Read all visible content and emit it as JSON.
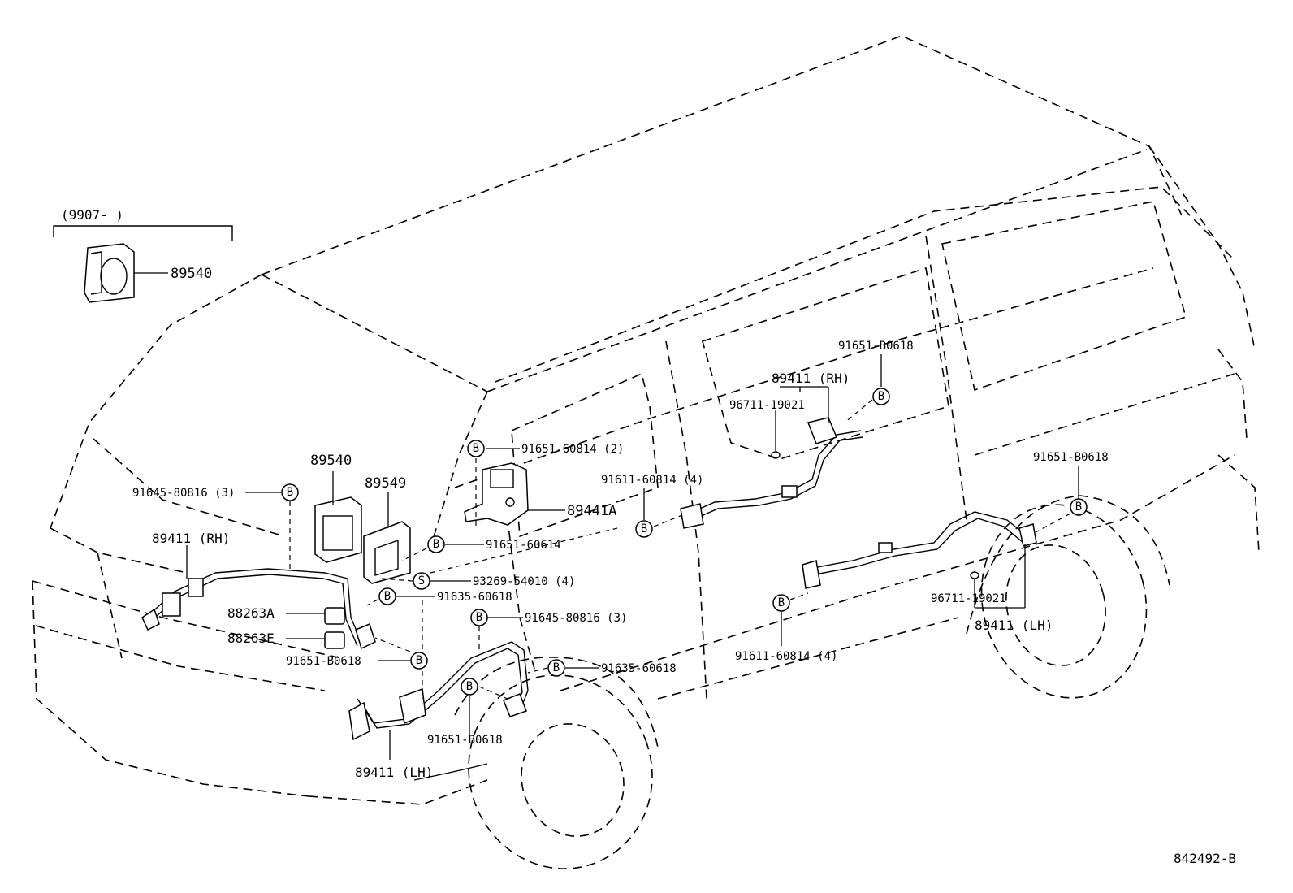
{
  "header_note": "(9907-        )",
  "diagram_code": "842492-B",
  "parts": {
    "p89540_top": "89540",
    "p89540": "89540",
    "p89549": "89549",
    "p89441a": "89441A",
    "p89411_rh_front": "89411 (RH)",
    "p89411_lh_front": "89411 (LH)",
    "p89411_rh_rear": "89411 (RH)",
    "p89411_lh_rear": "89411 (LH)",
    "p88263a": "88263A",
    "p88263e": "88263E",
    "p91645_80816_left": "91645-80816 (3)",
    "p91645_80816_mid": "91645-80816 (3)",
    "p91651_60814": "91651-60814 (2)",
    "p91651_60614": "91651-60614",
    "p93269_54010": "93269-54010 (4)",
    "p91635_60618_a": "91635-60618",
    "p91635_60618_b": "91635-60618",
    "p91651_b0618_left": "91651-B0618",
    "p91651_b0618_bottom": "91651-B0618",
    "p91651_b0618_rh_rear": "91651-B0618",
    "p91651_b0618_lh_rear": "91651-B0618",
    "p91611_60814_upper": "91611-60814 (4)",
    "p91611_60814_lower": "91611-60814 (4)",
    "p96711_19021_rh": "96711-19021",
    "p96711_19021_lh": "96711-19021"
  },
  "symbols": {
    "bolt": "B",
    "screw": "S"
  }
}
